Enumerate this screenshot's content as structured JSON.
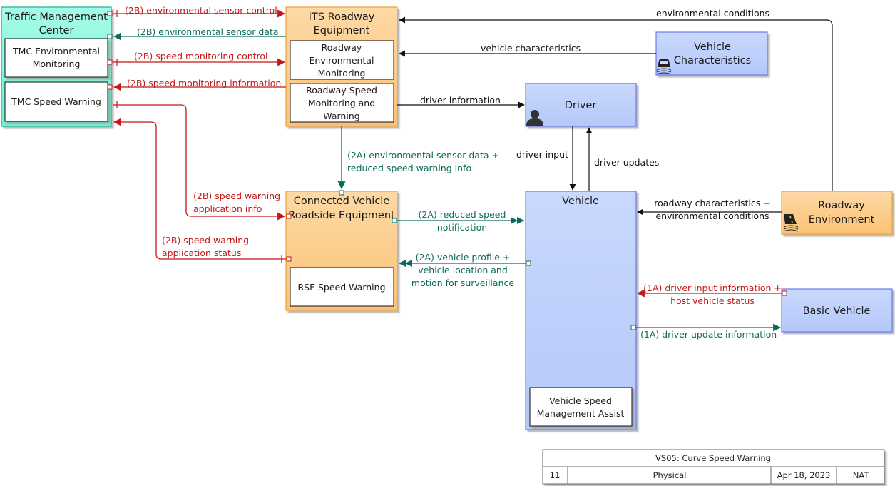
{
  "elements": {
    "tmc": {
      "title": [
        "Traffic Management",
        "Center"
      ],
      "color": "#8ff5e0"
    },
    "tmc_env": {
      "label": [
        "TMC Environmental",
        "Monitoring"
      ]
    },
    "tmc_speed": {
      "label": [
        "TMC Speed Warning"
      ]
    },
    "its": {
      "title": [
        "ITS Roadway",
        "Equipment"
      ],
      "color": "#fdd59a"
    },
    "its_env": {
      "label": [
        "Roadway",
        "Environmental",
        "Monitoring"
      ]
    },
    "its_speed": {
      "label": [
        "Roadway Speed",
        "Monitoring and",
        "Warning"
      ]
    },
    "cvrse": {
      "title": [
        "Connected Vehicle",
        "Roadside Equipment"
      ],
      "color": "#fdd59a"
    },
    "rse_speed": {
      "label": [
        "RSE Speed Warning"
      ]
    },
    "driver": {
      "title": [
        "Driver"
      ],
      "icon": "person-icon",
      "color": "#c3d3fb"
    },
    "vehicle_char": {
      "title": [
        "Vehicle",
        "Characteristics"
      ],
      "icon": "vehicle-road-icon",
      "color": "#c3d3fb"
    },
    "vehicle": {
      "title": [
        "Vehicle"
      ],
      "color": "#c3d3fb"
    },
    "vsma": {
      "label": [
        "Vehicle Speed",
        "Management Assist"
      ]
    },
    "roadway_env": {
      "title": [
        "Roadway",
        "Environment"
      ],
      "icon": "road-icon",
      "color": "#fdd59a"
    },
    "basic_vehicle": {
      "title": [
        "Basic Vehicle"
      ],
      "color": "#c3d3fb"
    }
  },
  "flows": {
    "env_sensor_control": [
      "(2B) environmental sensor control"
    ],
    "env_sensor_data": [
      "(2B) environmental sensor data"
    ],
    "speed_mon_control": [
      "(2B) speed monitoring  control"
    ],
    "speed_mon_info": [
      "(2B) speed monitoring information"
    ],
    "env_conditions": [
      "environmental conditions"
    ],
    "vehicle_characteristics": [
      "vehicle characteristics"
    ],
    "driver_information": [
      "driver information"
    ],
    "driver_input": [
      "driver input"
    ],
    "driver_updates": [
      "driver updates"
    ],
    "env_data_reduced": [
      "(2A) environmental sensor data +",
      "reduced speed warning info"
    ],
    "speed_warning_app_info": [
      "(2B) speed warning",
      "application info"
    ],
    "speed_warning_app_status": [
      "(2B) speed warning",
      "application status"
    ],
    "reduced_speed_notif": [
      "(2A) reduced speed",
      "notification"
    ],
    "vehicle_profile": [
      "(2A) vehicle profile +",
      "vehicle location and",
      "motion for surveillance"
    ],
    "roadway_char_env": [
      "roadway characteristics +",
      "environmental conditions"
    ],
    "driver_input_info": [
      "(1A) driver input information +",
      "host vehicle status"
    ],
    "driver_update_info": [
      "(1A) driver update information"
    ]
  },
  "colors": {
    "flow_red": "#c41818",
    "flow_teal": "#0b6a5a",
    "flow_black": "#111111"
  },
  "footer": {
    "title": "VS05: Curve Speed Warning",
    "number": "11",
    "view": "Physical",
    "date": "Apr 18, 2023",
    "scope": "NAT"
  }
}
